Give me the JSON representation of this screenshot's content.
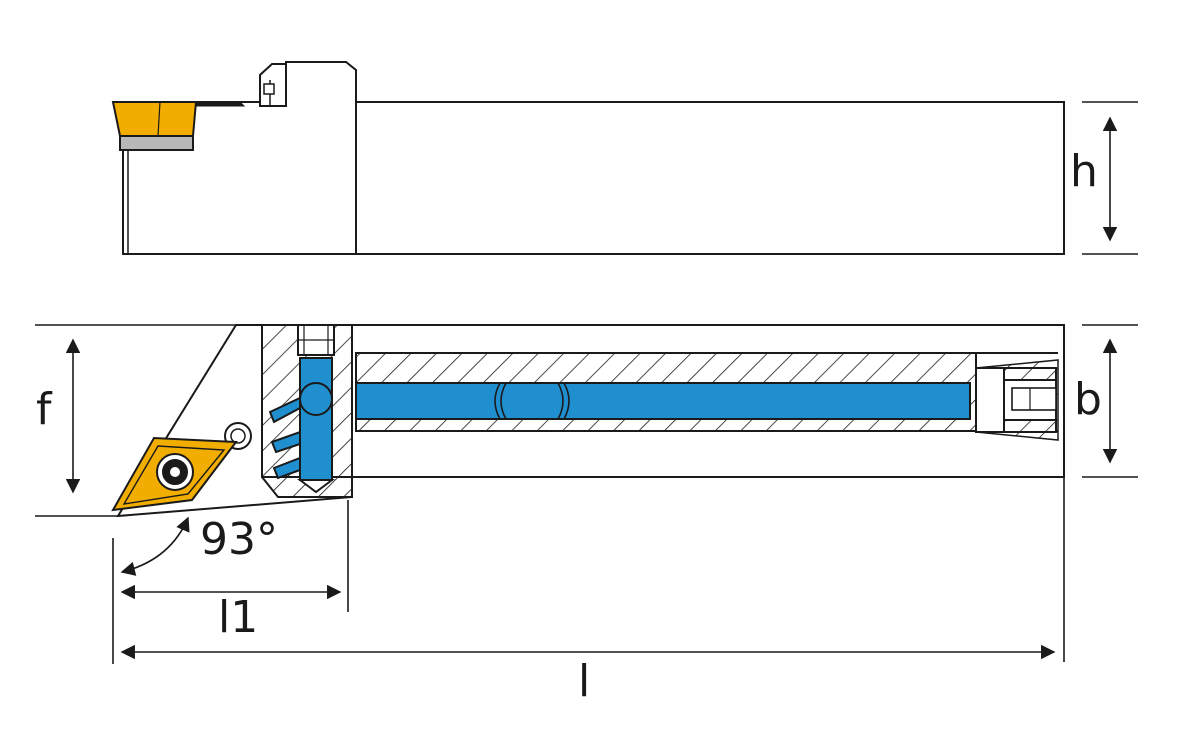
{
  "diagram": {
    "labels": {
      "h": "h",
      "b": "b",
      "f": "f",
      "angle": "93°",
      "l1": "l1",
      "l": "l"
    },
    "colors": {
      "stroke": "#1a1a1a",
      "insert_gold": "#f2ae00",
      "coolant_blue": "#1f8fd0",
      "shim_gray": "#b8b8b8",
      "background": "#ffffff"
    }
  }
}
